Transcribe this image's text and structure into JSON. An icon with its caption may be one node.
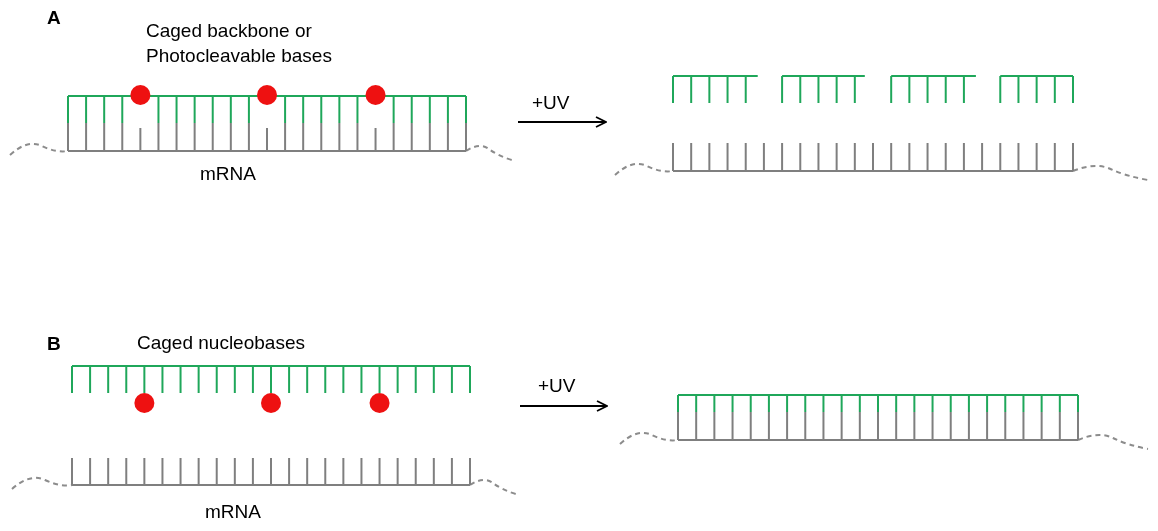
{
  "diagram": {
    "nodes": [
      {
        "text": [],
        "shape": "picture"
      },
      {
        "text": [],
        "shape": "picture"
      },
      {
        "text": [],
        "shape": "picture"
      },
      {
        "text": [],
        "shape": "picture"
      }
    ],
    "edges": [
      {
        "from": 0,
        "to": 1,
        "arrow": "to",
        "label": "+UV"
      },
      {
        "from": 2,
        "to": 3,
        "arrow": "to",
        "label": "+UV"
      }
    ],
    "labels": [
      "A",
      "Caged backbone or Photocleavable bases",
      "mRNA",
      "B",
      "Caged nucleobases",
      "mRNA"
    ]
  }
}
